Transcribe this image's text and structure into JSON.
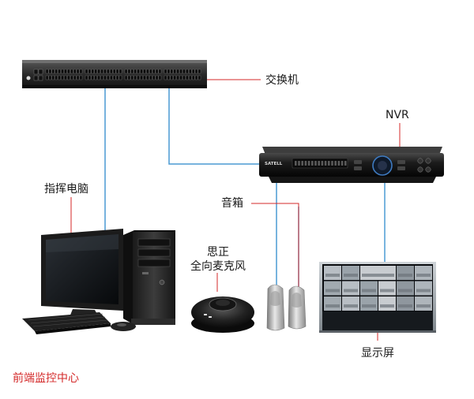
{
  "labels": {
    "switch": "交换机",
    "nvr": "NVR",
    "computer": "指挥电脑",
    "speaker": "音箱",
    "mic_line1": "思正",
    "mic_line2": "全向麦克风",
    "display": "显示屏",
    "center": "前端监控中心"
  },
  "devices": {
    "nvr_brand": "SATELL"
  },
  "colors": {
    "cable": "#4a9ad4",
    "pointer": "#d42a2a",
    "device_dark": "#1a1a1a",
    "title_red": "#d42a2a"
  }
}
